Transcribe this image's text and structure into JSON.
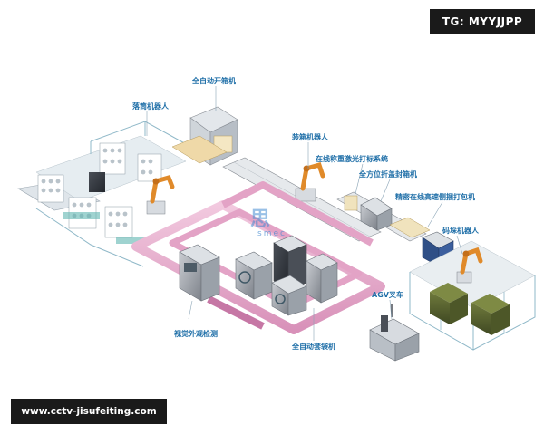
{
  "badges": {
    "tg": "TG: MYYJJPP",
    "url": "www.cctv-jisufeiting.com"
  },
  "watermark": {
    "main": "思",
    "sub": "smec"
  },
  "labels": {
    "auto_box_opener": "全自动开箱机",
    "unloading_robot": "落筒机器人",
    "boxing_robot": "装箱机器人",
    "online_weigh_laser": "在线称重激光打标系统",
    "omni_fold_sealer": "全方位折盖封箱机",
    "precision_strapper": "精密在线高速侧捆打包机",
    "palletizing_robot": "码垛机器人",
    "agv_forklift": "AGV叉车",
    "visual_inspection": "视觉外观检测",
    "auto_bagging": "全自动套袋机"
  },
  "colors": {
    "label_text": "#1f6fa8",
    "conveyor_pink": "#e3a3c6",
    "conveyor_pink_dark": "#c677a5",
    "fence_blue": "#8fb8c8",
    "robot_orange": "#e08a2a",
    "machine_gray": "#8a8f96",
    "badge_bg": "#1a1a1a"
  }
}
